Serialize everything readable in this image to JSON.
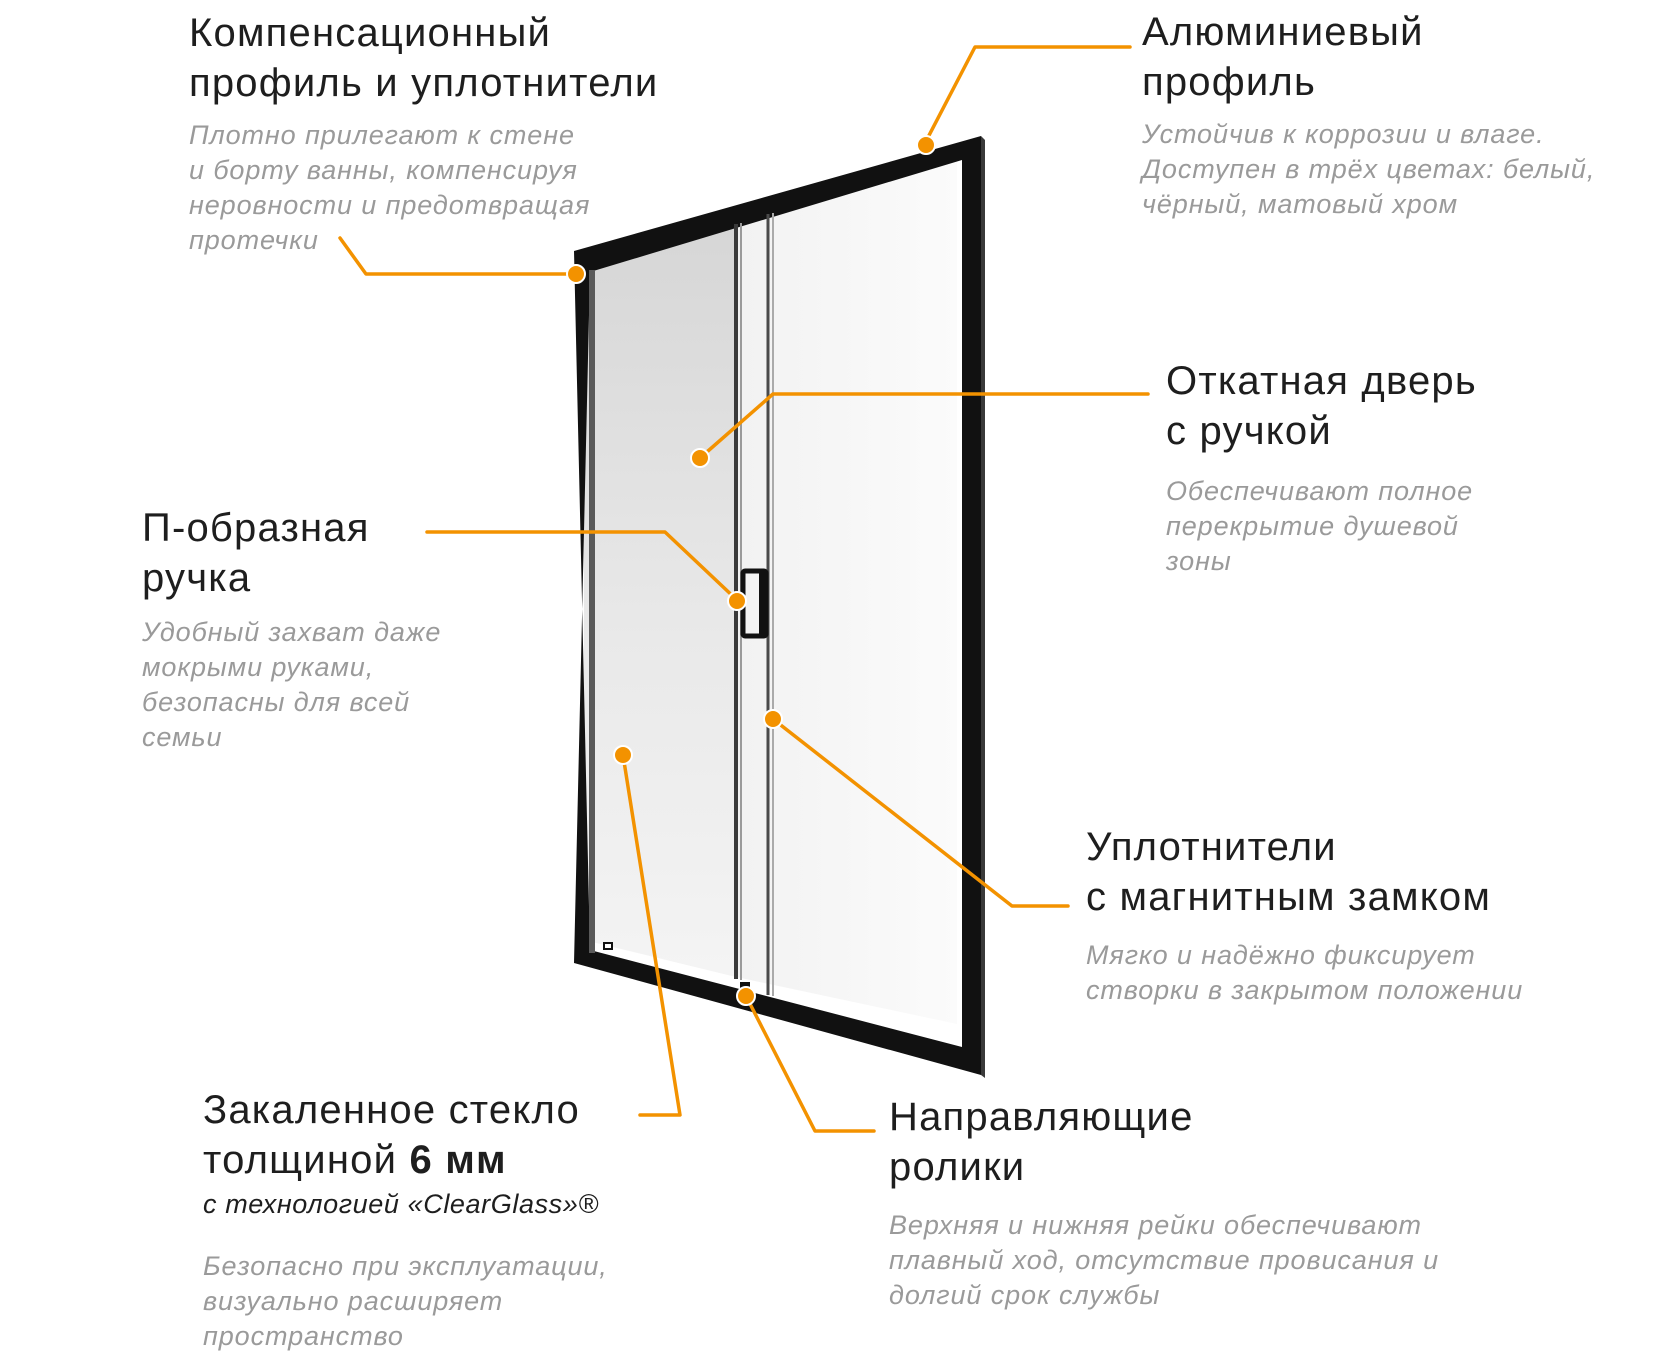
{
  "accent_color": "#F39200",
  "frame_color": "#111111",
  "callouts": {
    "compensation": {
      "title": [
        "Компенсационный",
        "профиль и уплотнители"
      ],
      "desc": [
        "Плотно прилегают к стене",
        "и борту ванны, компенсируя",
        "неровности и предотвращая",
        "протечки"
      ]
    },
    "aluminium": {
      "title": [
        "Алюминиевый",
        "профиль"
      ],
      "desc": [
        "Устойчив к коррозии и влаге.",
        "Доступен в трёх цветах: белый,",
        "чёрный, матовый хром"
      ]
    },
    "sliding_door": {
      "title": [
        "Откатная дверь",
        "с ручкой"
      ],
      "desc": [
        "Обеспечивают полное",
        "перекрытие душевой",
        "зоны"
      ]
    },
    "handle": {
      "title": [
        "П-образная",
        "ручка"
      ],
      "desc": [
        "Удобный захват даже",
        "мокрыми руками,",
        "безопасны для всей",
        "семьи"
      ]
    },
    "seals": {
      "title": [
        "Уплотнители",
        "с магнитным замком"
      ],
      "desc": [
        "Мягко и надёжно фиксирует",
        "створки в закрытом положении"
      ]
    },
    "glass": {
      "title_line1": "Закаленное стекло",
      "title_line2_prefix": "толщиной ",
      "title_line2_bold": "6 мм",
      "subtitle": "с технологией «ClearGlass»®",
      "desc": [
        "Безопасно при эксплуатации,",
        "визуально расширяет",
        "пространство"
      ]
    },
    "rollers": {
      "title": [
        "Направляющие",
        "ролики"
      ],
      "desc": [
        "Верхняя и нижняя рейки обеспечивают",
        "плавный ход, отсутствие провисания и",
        "долгий срок службы"
      ]
    }
  }
}
